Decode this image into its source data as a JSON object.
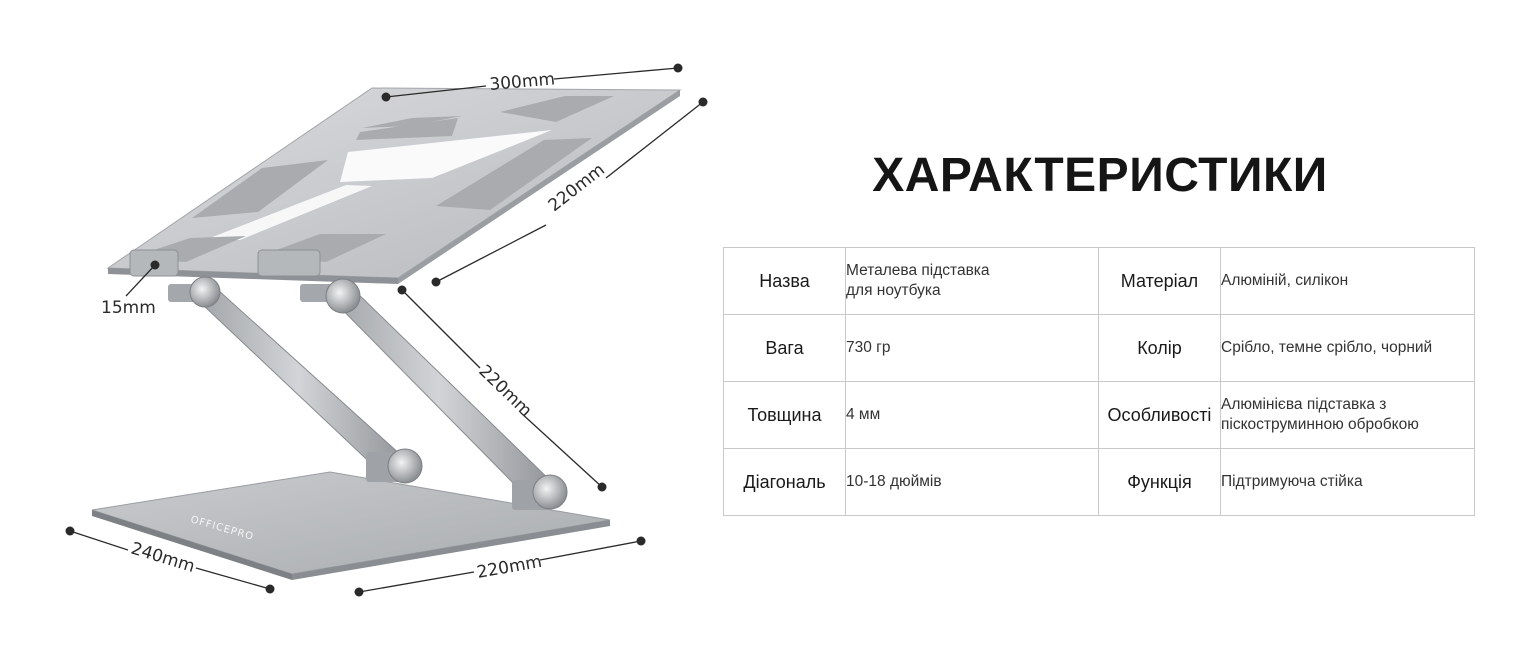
{
  "title": "ХАРАКТЕРИСТИКИ",
  "illustration": {
    "logo": "OFFICEPRO",
    "dimensions": {
      "top_width": "300mm",
      "top_depth": "220mm",
      "thickness": "15mm",
      "arm_length": "220mm",
      "base_width": "240mm",
      "base_depth": "220mm"
    }
  },
  "specs": {
    "rows": [
      {
        "left_key": "Назва",
        "left_value": [
          "Металева підставка",
          "для ноутбука"
        ],
        "right_key": "Матеріал",
        "right_value": [
          "Алюміній, силікон"
        ]
      },
      {
        "left_key": "Вага",
        "left_value": [
          "730 гр"
        ],
        "right_key": "Колір",
        "right_value": [
          "Срібло, темне срібло, чорний"
        ]
      },
      {
        "left_key": "Товщина",
        "left_value": [
          "4 мм"
        ],
        "right_key": "Особливості",
        "right_value": [
          "Алюмінієва підставка з",
          "піскоструминною обробкою"
        ]
      },
      {
        "left_key": "Діагональ",
        "left_value": [
          "10-18 дюймів"
        ],
        "right_key": "Функція",
        "right_value": [
          "Підтримуюча стійка"
        ]
      }
    ]
  },
  "colors": {
    "aluminium": "#c4c6c9",
    "aluminium_dark": "#8f9296",
    "pad": "#a9abae",
    "border": "#c9c9c9",
    "title": "#151515"
  }
}
